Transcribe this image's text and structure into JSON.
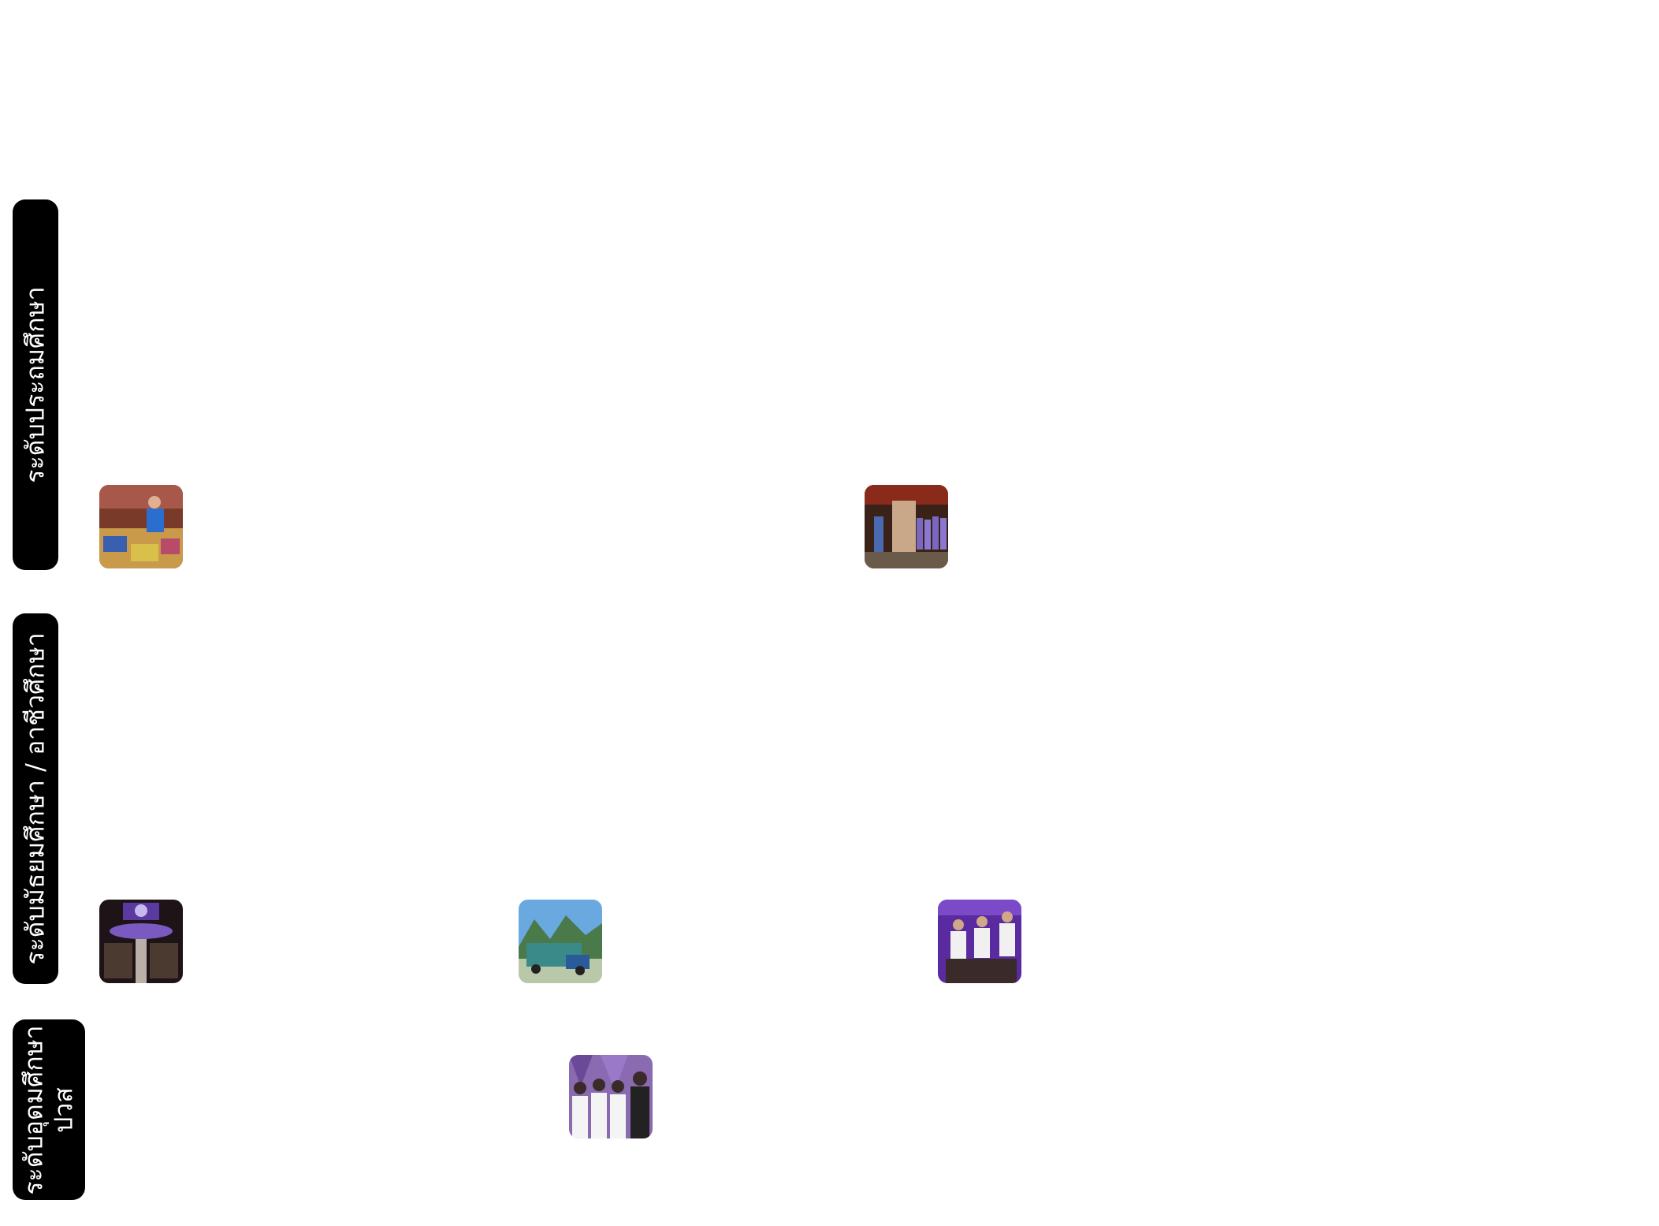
{
  "levels": {
    "primary": {
      "label": "ระดับประถมศึกษา",
      "photos": [
        {
          "icon": "photo-student-art-table"
        },
        {
          "icon": "photo-students-hallway"
        }
      ]
    },
    "secondary": {
      "label": "ระดับมัธยมศึกษา / อาชีวศึกษา",
      "photos": [
        {
          "icon": "photo-auditorium-stage"
        },
        {
          "icon": "photo-vehicle-mountains"
        },
        {
          "icon": "photo-students-purple-stage"
        }
      ]
    },
    "higher": {
      "label": "ระดับอุดมศึกษา\nปวส",
      "photos": [
        {
          "icon": "photo-group-four-students"
        }
      ]
    }
  },
  "colors": {
    "tab_background": "#000000",
    "tab_text": "#ffffff",
    "page_background": "#ffffff"
  }
}
